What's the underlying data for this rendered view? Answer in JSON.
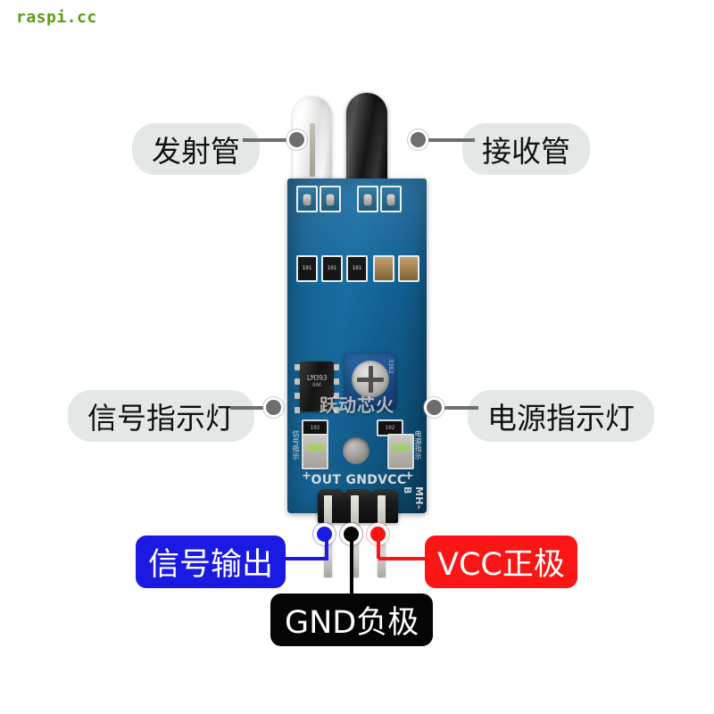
{
  "watermark": {
    "text": "raspi.cc"
  },
  "board": {
    "ic_label": "LM393",
    "ic_sublabel": "8AK",
    "pot_code": "3362",
    "pcb_watermark": "跃动芯火",
    "silk_pins": "OUT GNDVCC",
    "silk_model": "MH-B",
    "silk_plus_left": "+",
    "silk_plus_right": "+",
    "silk_signal_cn": "信号指示",
    "silk_power_cn": "电源指示",
    "smd_codes": [
      "101",
      "101",
      "101",
      "102",
      "102"
    ]
  },
  "callouts": [
    {
      "id": "emitter",
      "label": "发射管",
      "style": "gray"
    },
    {
      "id": "receiver",
      "label": "接收管",
      "style": "gray"
    },
    {
      "id": "signal-led",
      "label": "信号指示灯",
      "style": "gray"
    },
    {
      "id": "power-led",
      "label": "电源指示灯",
      "style": "gray"
    },
    {
      "id": "signal-output",
      "label": "信号输出",
      "style": "blue"
    },
    {
      "id": "gnd",
      "label": "GND负极",
      "style": "black"
    },
    {
      "id": "vcc",
      "label": "VCC正极",
      "style": "red"
    }
  ],
  "colors": {
    "signal_output": "#1a1ae2",
    "gnd": "#050505",
    "vcc": "#fb1515",
    "callout_gray_bg": "#e3e8e6",
    "connector_gray": "#6e6e6e",
    "pcb_blue": "#176da3",
    "watermark_green": "#5a9e10"
  }
}
